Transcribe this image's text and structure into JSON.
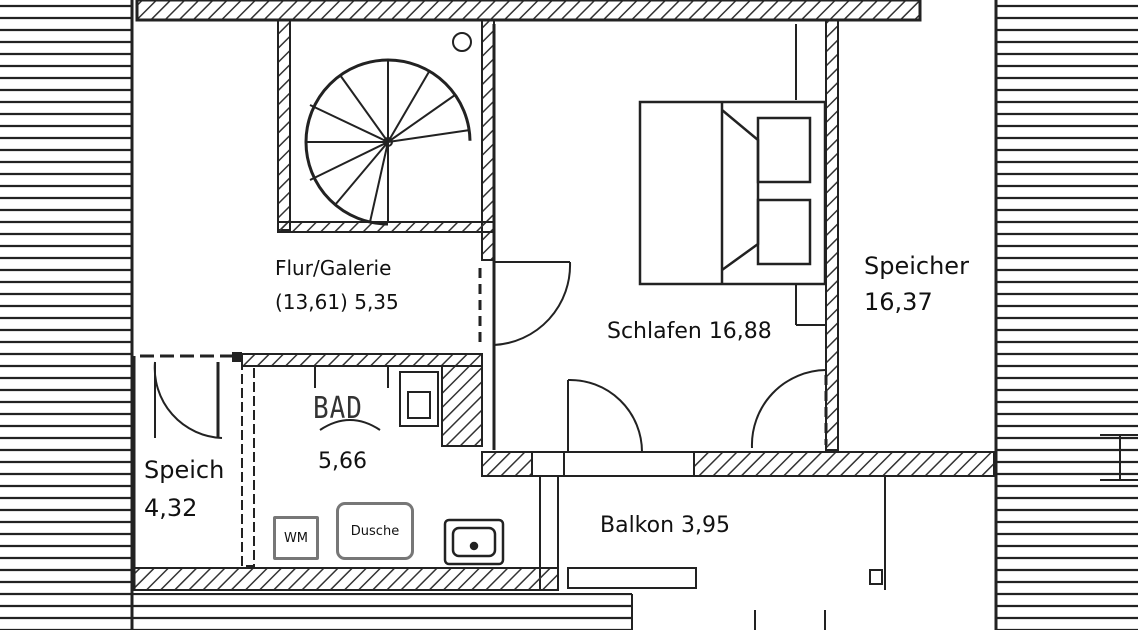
{
  "rooms": {
    "flur": {
      "name": "Flur/Galerie",
      "area": "(13,61) 5,35"
    },
    "schlafen": {
      "label": "Schlafen 16,88"
    },
    "speicher_right": {
      "name": "Speicher",
      "area": "16,37"
    },
    "speich_left": {
      "name": "Speich",
      "area": "4,32"
    },
    "bad": {
      "stamp": "BAD",
      "area": "5,66"
    },
    "balkon": {
      "label": "Balkon 3,95"
    }
  },
  "fixtures": {
    "wm": "WM",
    "dusche": "Dusche"
  },
  "colors": {
    "wall": "#222222",
    "hatch": "#333333",
    "fixture_outline": "#777777"
  }
}
